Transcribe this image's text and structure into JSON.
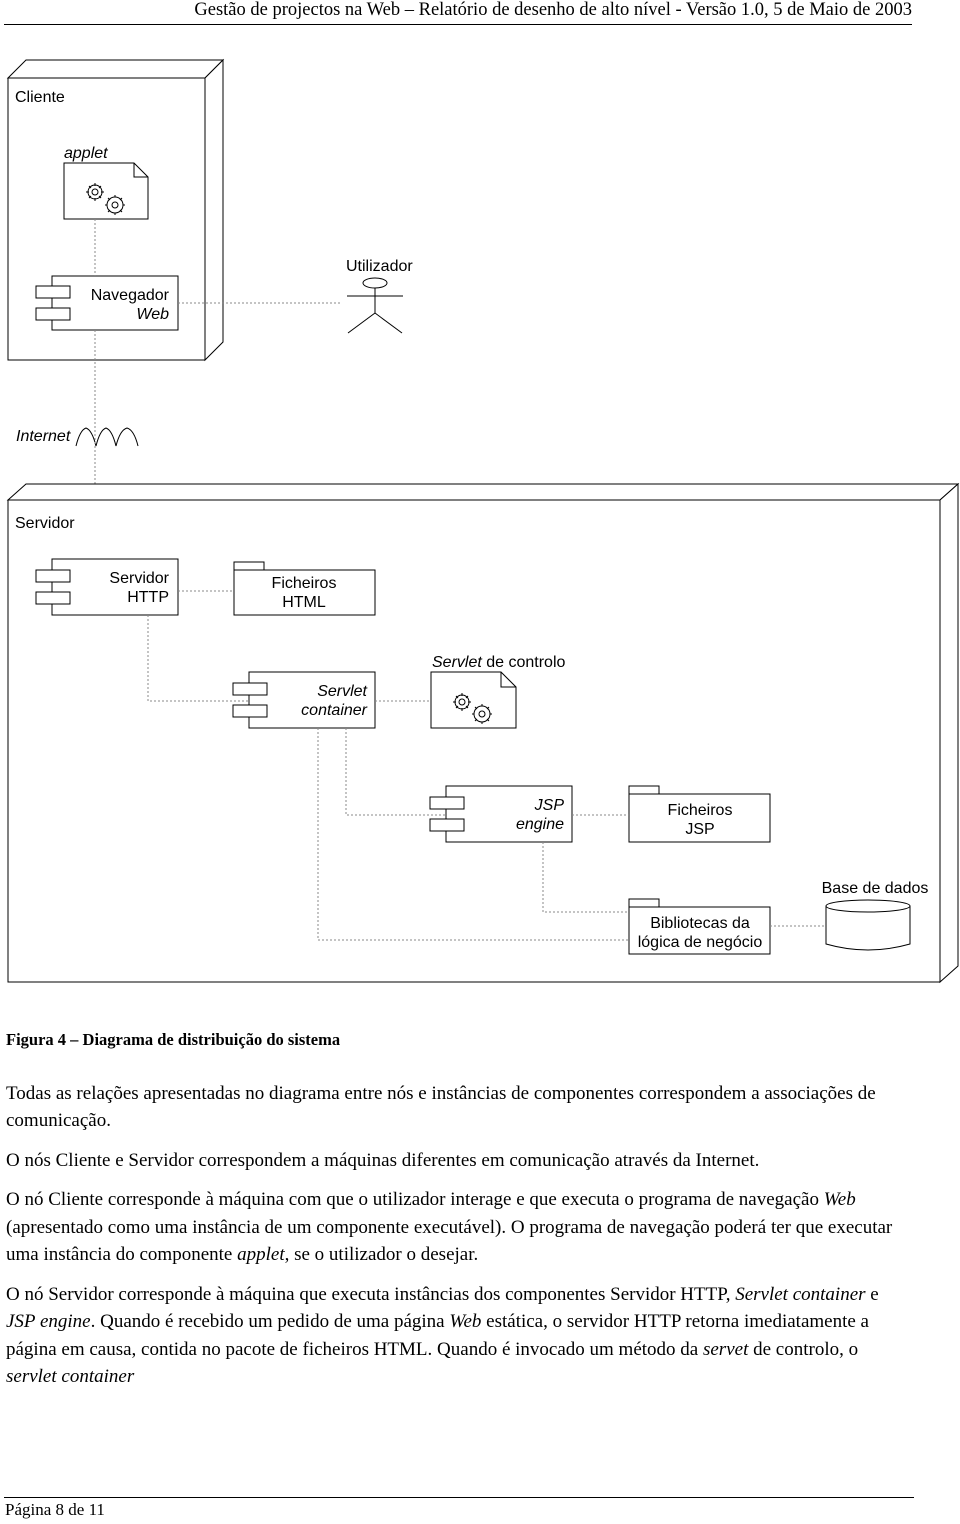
{
  "header": {
    "title": "Gestão de projectos na Web – Relatório de desenho de alto nível - Versão 1.0, 5 de Maio de 2003"
  },
  "diagram": {
    "cliente_label": "Cliente",
    "applet_label": "applet",
    "utilizador_label": "Utilizador",
    "navegador_line1": "Navegador",
    "navegador_line2": "Web",
    "internet_label": "Internet",
    "servidor_label": "Servidor",
    "servidor_http_line1": "Servidor",
    "servidor_http_line2": "HTTP",
    "ficheiros_html_line1": "Ficheiros",
    "ficheiros_html_line2": "HTML",
    "servlet_controlo_italic": "Servlet",
    "servlet_controlo_rest": " de controlo",
    "servlet_container_line1": "Servlet",
    "servlet_container_line2": "container",
    "jsp_engine_line1": "JSP",
    "jsp_engine_line2": "engine",
    "ficheiros_jsp_line1": "Ficheiros",
    "ficheiros_jsp_line2": "JSP",
    "base_dados_label": "Base de dados",
    "bibliotecas_line1": "Bibliotecas da",
    "bibliotecas_line2": "lógica de negócio"
  },
  "caption": "Figura 4 – Diagrama de distribuição do sistema",
  "paragraphs": {
    "p1": "Todas as relações apresentadas no diagrama entre nós e instâncias de componentes correspondem a associações de comunicação.",
    "p2": "O nós Cliente e Servidor correspondem a máquinas diferentes em comunicação através da Internet.",
    "p3_a": "O nó Cliente corresponde à máquina com que o utilizador interage e que executa o programa de navegação ",
    "p3_b": "Web",
    "p3_c": " (apresentado como uma instância de um componente executável). O programa de navegação poderá ter que executar uma instância do componente ",
    "p3_d": "applet",
    "p3_e": ", se o utilizador o desejar.",
    "p4_a": "O nó Servidor corresponde à máquina que executa instâncias dos componentes Servidor HTTP, ",
    "p4_b": "Servlet container",
    "p4_c": " e ",
    "p4_d": "JSP engine",
    "p4_e": ". Quando é recebido um pedido de uma página ",
    "p4_f": "Web",
    "p4_g": " estática, o servidor HTTP retorna imediatamente a página em causa, contida no pacote de ficheiros HTML. Quando é invocado um método da ",
    "p4_h": "servet",
    "p4_i": " de controlo, o ",
    "p4_j": "servlet container"
  },
  "footer": {
    "page_label": "Página 8 de 11"
  }
}
